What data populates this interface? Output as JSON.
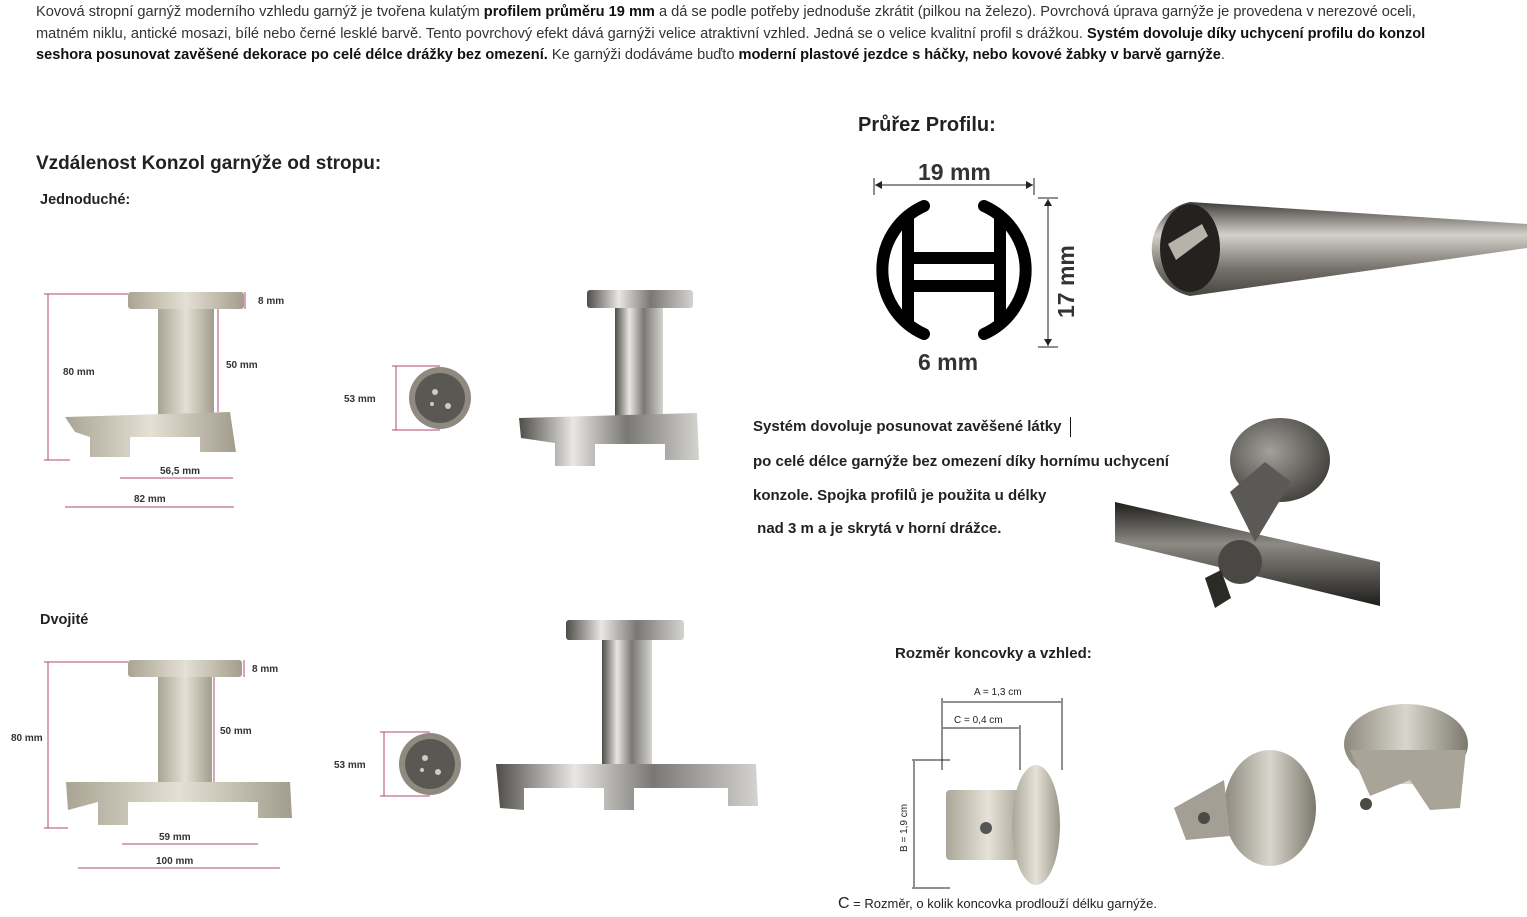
{
  "intro": {
    "parts": [
      {
        "text": "Kovová stropní garnýž moderního vzhledu garnýž je tvořena kulatým ",
        "bold": false
      },
      {
        "text": "profilem průměru 19 mm",
        "bold": true
      },
      {
        "text": " a dá se podle potřeby jednoduše zkrátit (pilkou na železo). Povrchová úprava garnýže je provedena v nerezové oceli, matném niklu, antické mosazi, bílé nebo černé lesklé barvě. Tento povrchový efekt dává garnýži velice atraktivní vzhled. Jedná se o velice kvalitní profil s drážkou. ",
        "bold": false
      },
      {
        "text": "Systém dovoluje díky uchycení profilu do konzol seshora posunovat zavěšené dekorace po celé délce drážky bez omezení.",
        "bold": true
      },
      {
        "text": " Ke garnýži dodáváme buďto ",
        "bold": false
      },
      {
        "text": "moderní plastové jezdce s háčky, nebo kovové žabky v barvě garnýže",
        "bold": true
      },
      {
        "text": ".",
        "bold": false
      }
    ]
  },
  "brackets": {
    "title": "Vzdálenost Konzol garnýže od stropu:",
    "single_label": "Jednoduché:",
    "double_label": "Dvojité",
    "single": {
      "total": "80 mm",
      "top": "8 mm",
      "stem": "50 mm",
      "plate": "53 mm",
      "inner": "56,5 mm",
      "width": "82 mm"
    },
    "double": {
      "total": "80 mm",
      "top": "8 mm",
      "stem": "50 mm",
      "plate": "53 mm",
      "inner": "59 mm",
      "width": "100 mm"
    }
  },
  "profile": {
    "title": "Průřez Profilu:",
    "width": "19 mm",
    "height": "17 mm",
    "gap": "6 mm"
  },
  "system_text": [
    "Systém dovoluje posunovat zavěšené látky",
    "po celé délce garnýže bez omezení díky hornímu uchycení",
    "konzole. Spojka profilů je použita u délky",
    " nad 3 m a je skrytá v horní drážce."
  ],
  "endcap": {
    "title": "Rozměr koncovky a vzhled:",
    "a": "A = 1,3 cm",
    "c": "C = 0,4 cm",
    "b": "B = 1,9 cm",
    "note_letter": "C",
    "note_text": " = Rozměr, o kolik koncovka prodlouží délku garnýže."
  },
  "colors": {
    "metal": "#c9c4b7",
    "dim_marker": "#b04a7a",
    "text": "#222222"
  }
}
